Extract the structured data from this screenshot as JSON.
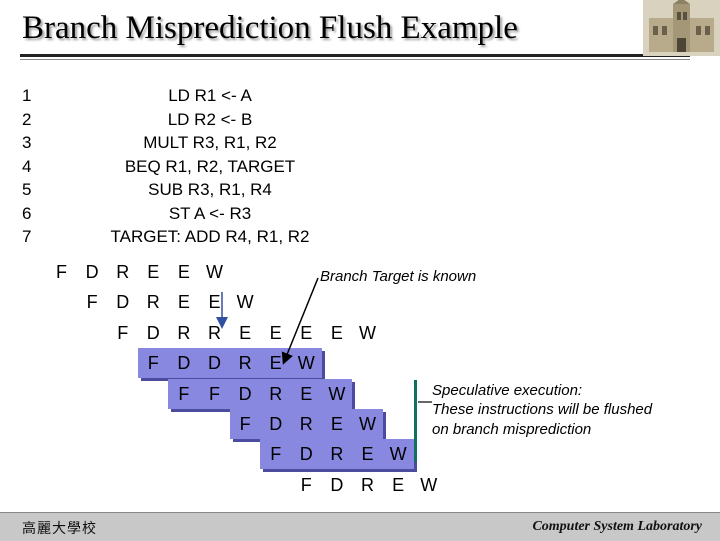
{
  "title": "Branch Misprediction Flush Example",
  "line_numbers": [
    "1",
    "2",
    "3",
    "4",
    "5",
    "6",
    "7"
  ],
  "code_lines": [
    "LD R1 <- A",
    "LD R2 <- B",
    "MULT R3, R1, R2",
    "BEQ R1, R2, TARGET",
    "SUB R3, R1, R4",
    "ST A <- R3",
    "TARGET: ADD R4, R1, R2"
  ],
  "pipeline": [
    {
      "start": 0,
      "stages": [
        "F",
        "D",
        "R",
        "E",
        "E",
        "W"
      ],
      "highlight_from": 99
    },
    {
      "start": 1,
      "stages": [
        "F",
        "D",
        "R",
        "E",
        "E",
        "W"
      ],
      "highlight_from": 99
    },
    {
      "start": 2,
      "stages": [
        "F",
        "D",
        "R",
        "R",
        "E",
        "E",
        "E",
        "E",
        "W"
      ],
      "highlight_from": 99
    },
    {
      "start": 3,
      "stages": [
        "F",
        "D",
        "D",
        "R",
        "E",
        "W"
      ],
      "highlight_from": 0
    },
    {
      "start": 4,
      "stages": [
        "F",
        "F",
        "D",
        "R",
        "E",
        "W"
      ],
      "highlight_from": 0
    },
    {
      "start": 6,
      "stages": [
        "F",
        "D",
        "R",
        "E",
        "W"
      ],
      "highlight_from": 0
    },
    {
      "start": 7,
      "stages": [
        "F",
        "D",
        "R",
        "E",
        "W"
      ],
      "highlight_from": 0
    },
    {
      "start": 8,
      "stages": [
        "F",
        "D",
        "R",
        "E",
        "W"
      ],
      "highlight_from": 99
    }
  ],
  "annotations": {
    "branch_target": "Branch Target is known",
    "speculative_1": "Speculative execution:",
    "speculative_2": "These instructions will be flushed",
    "speculative_3": "on branch misprediction"
  },
  "footer": {
    "left": "高麗大學校",
    "right": "Computer System Laboratory"
  },
  "colors": {
    "highlight": "#8888e0",
    "highlight_shadow": "#4b4ba0",
    "accent_bracket": "#107060"
  }
}
